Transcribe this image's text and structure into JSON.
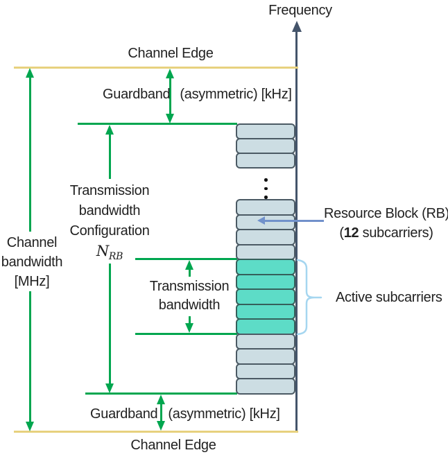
{
  "colors": {
    "green": "#00a64f",
    "yellow": "#e7d17e",
    "axis": "#44546a",
    "block-fill": "#ccdde3",
    "block-border": "#4b5a64",
    "active-fill": "#5ddcc7",
    "active-border": "#35605b",
    "pointer-blue": "#7191cb",
    "brace-blue": "#a5d6f0",
    "text": "#212121"
  },
  "axis": {
    "label": "Frequency"
  },
  "channel_edge": {
    "top": "Channel Edge",
    "bottom": "Channel Edge"
  },
  "guardband": {
    "top": {
      "word": "Guardband",
      "rest": "(asymmetric) [kHz]"
    },
    "bottom": {
      "word": "Guardband",
      "rest": "(asymmetric) [kHz]"
    }
  },
  "channel_bandwidth": {
    "lines": [
      "Channel",
      "bandwidth",
      "[MHz]"
    ]
  },
  "transmission_config": {
    "lines": [
      "Transmission",
      "bandwidth",
      "Configuration"
    ],
    "symbol": {
      "base": "N",
      "sub": "RB"
    }
  },
  "transmission_bandwidth": {
    "lines": [
      "Transmission",
      "bandwidth"
    ]
  },
  "resource_block": {
    "line1": "Resource Block (RB)",
    "line2_open": "(",
    "line2_count": "12",
    "line2_rest": " subcarriers)"
  },
  "active_subcarriers_label": "Active subcarriers",
  "blocks": {
    "top_gray": 3,
    "mid_gray": 4,
    "active": 5,
    "bottom_gray": 4
  }
}
